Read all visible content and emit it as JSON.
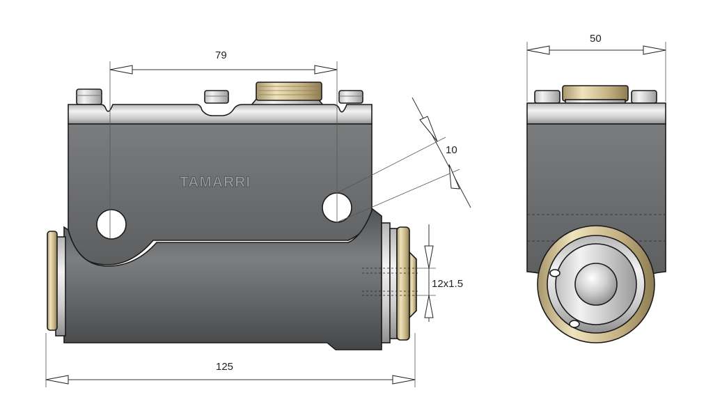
{
  "drawing": {
    "brand_label": "TAMARRI",
    "colors": {
      "body": "#6f7173",
      "body_dark": "#55575a",
      "cap_metal": "#d9d9d9",
      "brass": "#c9b98a",
      "outline": "#1a1a1a",
      "brand_text": "#9a9c9e"
    }
  },
  "dimensions": {
    "hole_spacing": "79",
    "hole_diameter": "10",
    "port_thread": "12x1.5",
    "overall_length": "125",
    "overall_width": "50"
  }
}
